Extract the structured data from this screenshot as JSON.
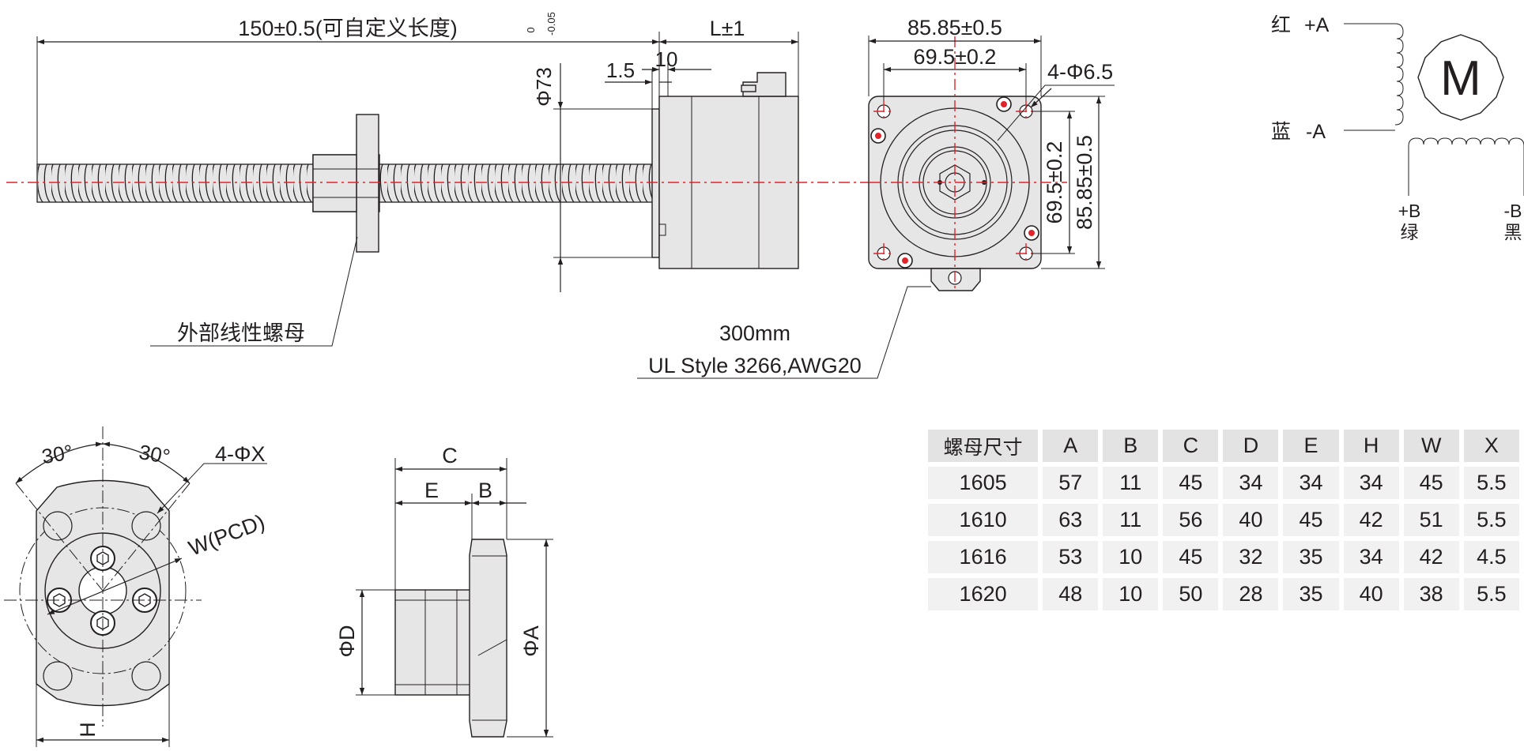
{
  "side_view": {
    "length_dim": "150±0.5(可自定义长度)",
    "motor_length_dim": "L±1",
    "dim_1_5": "1.5",
    "dim_10": "10",
    "boss_dia": "Φ73",
    "boss_tol_upper": "0",
    "boss_tol_lower": "-0.05",
    "nut_label": "外部线性螺母"
  },
  "front_view": {
    "width_outer": "85.85±0.5",
    "width_inner": "69.5±0.2",
    "holes": "4-Φ6.5",
    "height_inner": "69.5±0.2",
    "height_outer": "85.85±0.5",
    "cable_length": "300mm",
    "cable_spec": "UL Style 3266,AWG20"
  },
  "wiring": {
    "red_label": "红",
    "red_pin": "+A",
    "blue_label": "蓝",
    "blue_pin": "-A",
    "green_pin": "+B",
    "green_label": "绿",
    "black_pin": "-B",
    "black_label": "黑",
    "motor_symbol": "M"
  },
  "nut_front": {
    "angle_left": "30°",
    "angle_right": "30°",
    "holes": "4-ΦX",
    "pcd": "W(PCD)",
    "height": "H"
  },
  "nut_side": {
    "c": "C",
    "e": "E",
    "b": "B",
    "phi_d": "ΦD",
    "phi_a": "ΦA"
  },
  "nut_table": {
    "headers": [
      "螺母尺寸",
      "A",
      "B",
      "C",
      "D",
      "E",
      "H",
      "W",
      "X"
    ],
    "rows": [
      [
        "1605",
        "57",
        "11",
        "45",
        "34",
        "34",
        "34",
        "45",
        "5.5"
      ],
      [
        "1610",
        "63",
        "11",
        "56",
        "40",
        "45",
        "42",
        "51",
        "5.5"
      ],
      [
        "1616",
        "53",
        "10",
        "45",
        "32",
        "35",
        "34",
        "42",
        "4.5"
      ],
      [
        "1620",
        "48",
        "10",
        "50",
        "28",
        "35",
        "40",
        "38",
        "5.5"
      ]
    ]
  },
  "colors": {
    "line": "#231f20",
    "centerline": "#e0242b",
    "body_fill": "#e6e6e6",
    "table_header": "#e3e3e3",
    "table_cell": "#f1f1f1"
  }
}
